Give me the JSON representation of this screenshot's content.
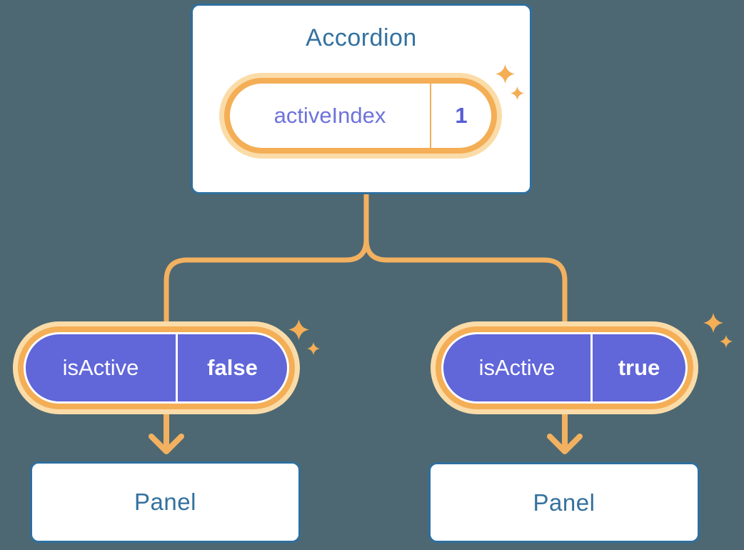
{
  "colors": {
    "background": "#4D6872",
    "node_border_blue": "#2F6F9E",
    "heading_text": "#34719F",
    "connector_orange": "#F2B160",
    "ring_orange": "#F4AE56",
    "halo_orange": "#FBDCA8",
    "pill_purple": "#6166D9",
    "prop_name_purple": "#6E73DB",
    "prop_value_purple": "#565CD7"
  },
  "root_component": {
    "title": "Accordion",
    "state": {
      "name": "activeIndex",
      "value": "1"
    }
  },
  "children": [
    {
      "prop": {
        "name": "isActive",
        "value": "false"
      },
      "panel_label": "Panel"
    },
    {
      "prop": {
        "name": "isActive",
        "value": "true"
      },
      "panel_label": "Panel"
    }
  ]
}
